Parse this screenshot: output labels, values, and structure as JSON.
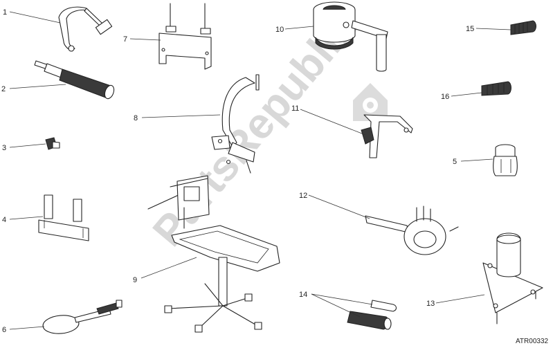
{
  "watermark": {
    "text": "PartsRepublik",
    "icon": "gear-in-house-icon"
  },
  "ref_code": "ATR00332",
  "callouts": {
    "c1": "1",
    "c2": "2",
    "c3": "3",
    "c4": "4",
    "c5": "5",
    "c6": "6",
    "c7": "7",
    "c8": "8",
    "c9": "9",
    "c10": "10",
    "c11": "11",
    "c12": "12",
    "c13": "13",
    "c14": "14",
    "c15": "15",
    "c16": "16"
  }
}
